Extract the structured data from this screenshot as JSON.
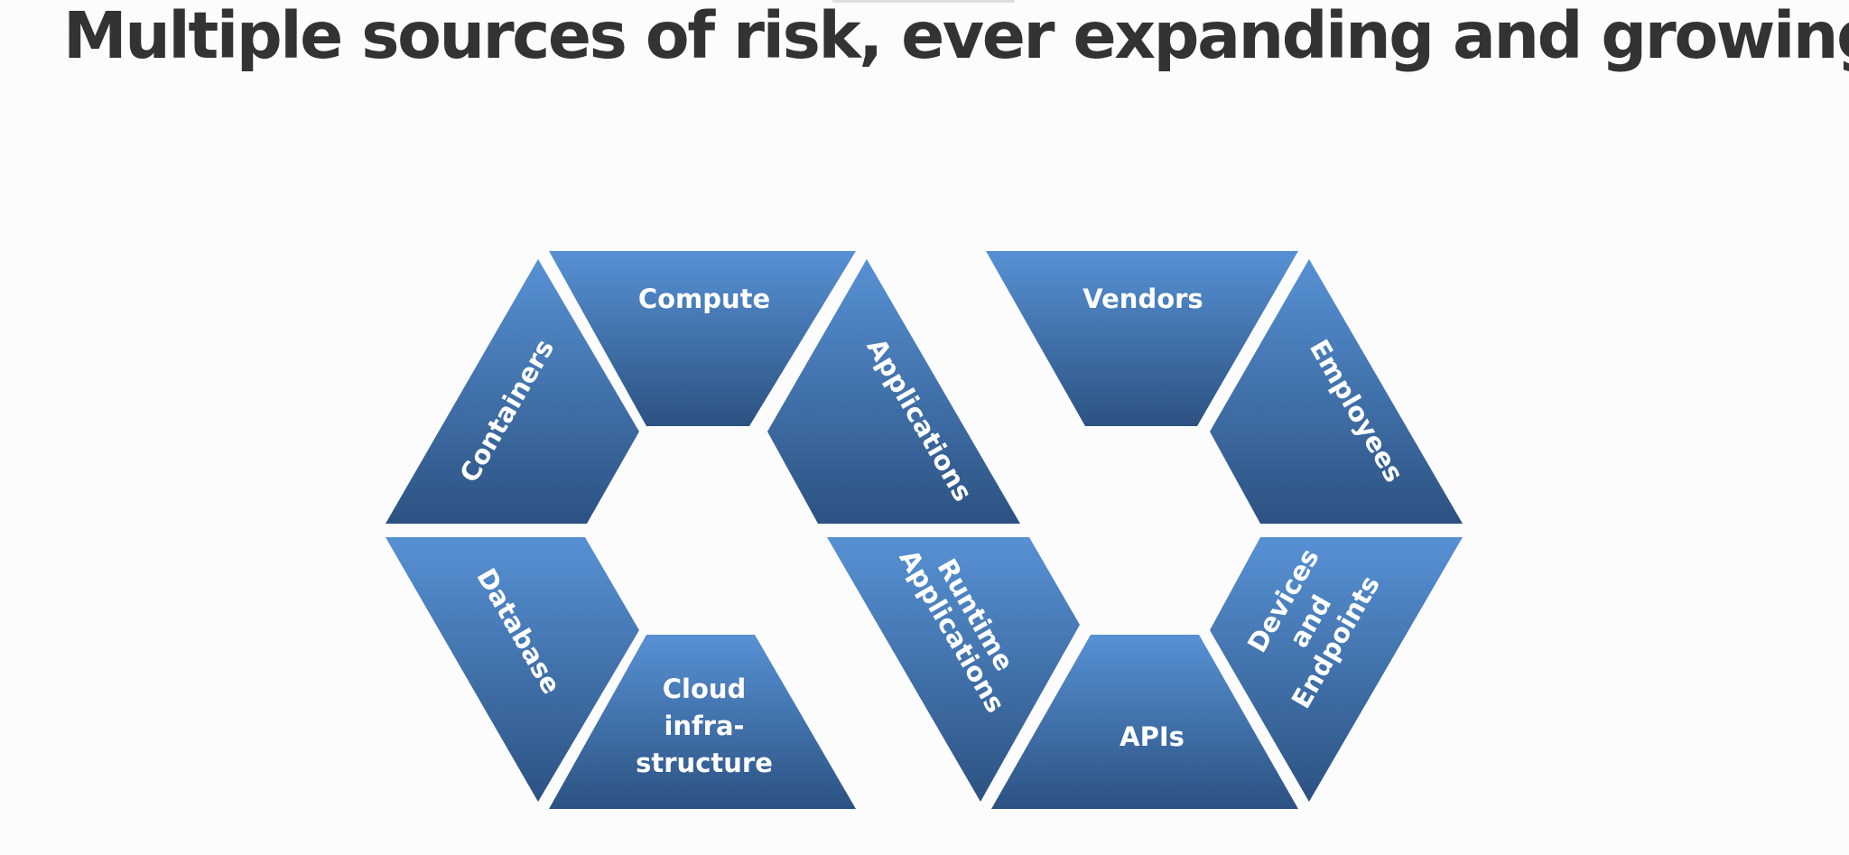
{
  "title": "Multiple sources of risk, ever expanding and growing",
  "colors": {
    "segment_top": "#5791d4",
    "segment_bottom": "#2c5282",
    "text": "#333333",
    "background": "#fcfcfc"
  },
  "left_hexagon": {
    "segments": [
      {
        "id": "compute",
        "label": "Compute"
      },
      {
        "id": "applications",
        "label": "Applications"
      },
      {
        "id": "containers",
        "label": "Containers"
      },
      {
        "id": "database",
        "label": "Database"
      },
      {
        "id": "cloud-infrastructure",
        "label_lines": [
          "Cloud",
          "infra-",
          "structure"
        ]
      }
    ]
  },
  "right_hexagon": {
    "segments": [
      {
        "id": "vendors",
        "label": "Vendors"
      },
      {
        "id": "employees",
        "label": "Employees"
      },
      {
        "id": "runtime-applications",
        "label_lines": [
          "Runtime",
          "Applications"
        ]
      },
      {
        "id": "apis",
        "label": "APIs"
      },
      {
        "id": "devices-and-endpoints",
        "label_lines": [
          "Devices",
          "and",
          "Endpoints"
        ]
      }
    ]
  }
}
